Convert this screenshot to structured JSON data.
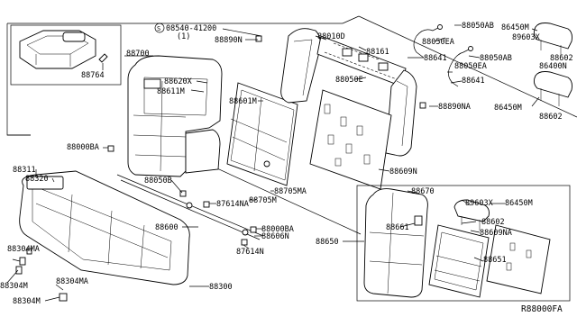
{
  "labels": {
    "p88700": "88700",
    "p88764": "88764",
    "p08540": "08540-41200",
    "p08540q": "(1)",
    "p88890N": "88890N",
    "p88010D": "88010D",
    "p88161": "88161",
    "p88050E": "88050E",
    "p88050AB": "88050AB",
    "p88050EA1": "88050EA",
    "p88641a": "88641",
    "p88050AB2": "88050AB",
    "p88050EA2": "88050EA",
    "p88641b": "88641",
    "p86450Ma": "86450M",
    "p89603Xa": "89603X",
    "p88602a": "88602",
    "p86400N": "86400N",
    "p86450Mb": "86450M",
    "p88602b": "88602",
    "p88620X": "88620X",
    "p88611M": "88611M",
    "p88601M": "88601M",
    "p88890NA": "88890NA",
    "p88000BA1": "88000BA",
    "p88609N": "88609N",
    "p88050B": "88050B",
    "p88705MA": "88705MA",
    "p88705M": "88705M",
    "p87614NA": "87614NA",
    "p88311": "88311",
    "p88320": "88320",
    "p88600": "88600",
    "p88000BA2": "88000BA",
    "p88606N": "88606N",
    "p87614N": "87614N",
    "p88650": "88650",
    "p88670": "88670",
    "p89603Xb": "89603X",
    "p86450Mc": "86450M",
    "p88661": "88661",
    "p88602c": "88602",
    "p88609NA": "88609NA",
    "p88651": "88651",
    "p88304MA1": "88304MA",
    "p88304M1": "88304M",
    "p88304MA2": "88304MA",
    "p88304M2": "88304M",
    "p88300": "88300",
    "ref": "R88000FA",
    "circleS": "S"
  }
}
